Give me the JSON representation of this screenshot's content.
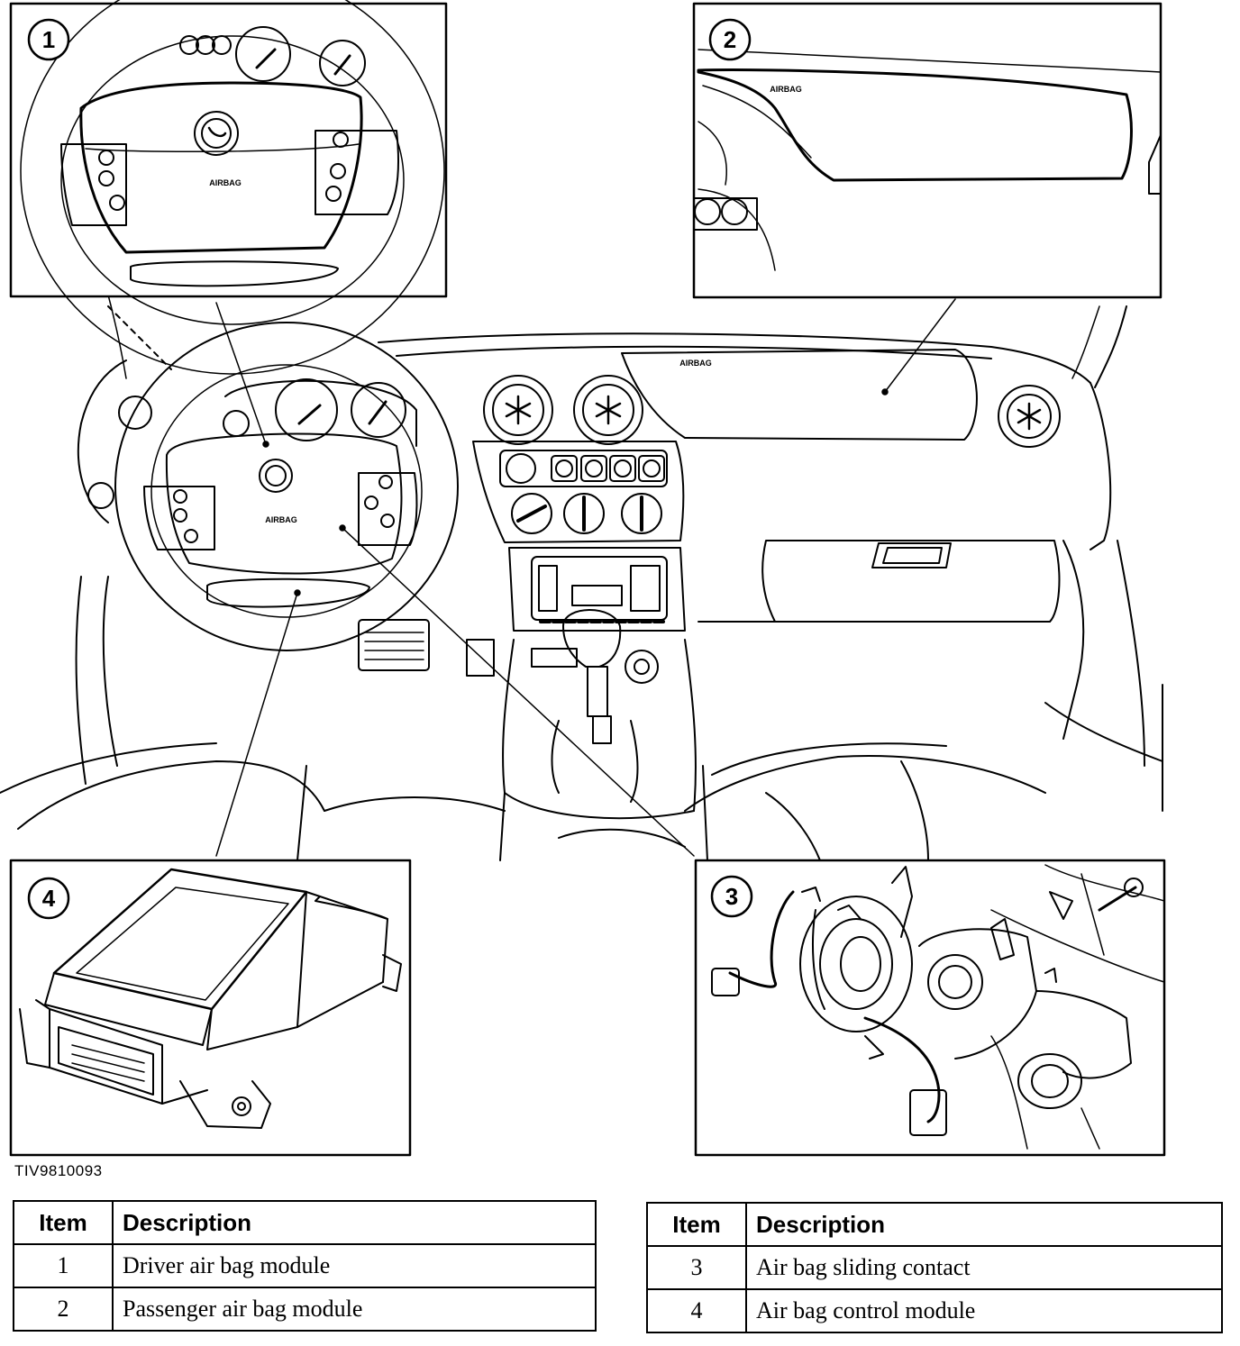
{
  "figure_id": "TIV9810093",
  "callouts": [
    {
      "number": "1",
      "embossed_text": "AIRBAG"
    },
    {
      "number": "2",
      "embossed_text": "AIRBAG"
    },
    {
      "number": "3"
    },
    {
      "number": "4"
    }
  ],
  "dash_labels": {
    "wheel": "AIRBAG",
    "dashboard": "AIRBAG"
  },
  "tables": {
    "left": {
      "headers": {
        "item": "Item",
        "description": "Description"
      },
      "rows": [
        {
          "item": "1",
          "description": "Driver air bag module"
        },
        {
          "item": "2",
          "description": "Passenger air bag module"
        }
      ]
    },
    "right": {
      "headers": {
        "item": "Item",
        "description": "Description"
      },
      "rows": [
        {
          "item": "3",
          "description": "Air bag sliding contact"
        },
        {
          "item": "4",
          "description": "Air bag control module"
        }
      ]
    }
  }
}
